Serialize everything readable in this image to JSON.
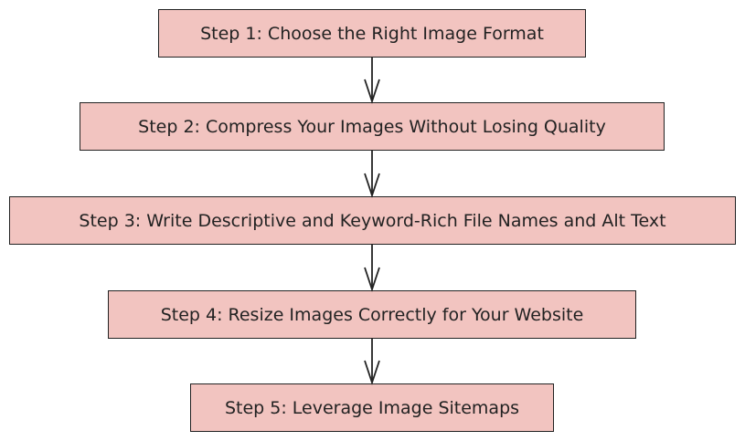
{
  "flowchart": {
    "colors": {
      "box_fill": "#f2c4c0",
      "box_border": "#222222",
      "arrow": "#222222",
      "text": "#222222"
    },
    "steps": [
      {
        "label": "Step 1: Choose the Right Image Format"
      },
      {
        "label": "Step 2: Compress Your Images Without Losing Quality"
      },
      {
        "label": "Step 3: Write Descriptive and Keyword-Rich File Names and Alt Text"
      },
      {
        "label": "Step 4: Resize Images Correctly for Your Website"
      },
      {
        "label": "Step 5: Leverage Image Sitemaps"
      }
    ],
    "connectors": [
      {
        "from": "Step 1",
        "to": "Step 2"
      },
      {
        "from": "Step 2",
        "to": "Step 3"
      },
      {
        "from": "Step 3",
        "to": "Step 4"
      },
      {
        "from": "Step 4",
        "to": "Step 5"
      }
    ]
  }
}
